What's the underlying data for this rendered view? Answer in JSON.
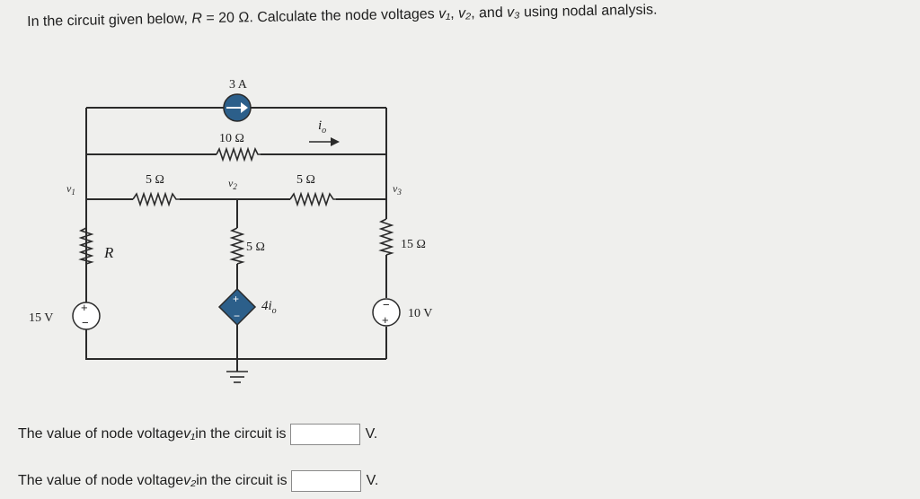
{
  "problem": {
    "text_before": "In the circuit given below, ",
    "r_symbol": "R",
    "r_value": " = 20 Ω. Calculate the node voltages ",
    "var1": "v₁",
    "sep1": ", ",
    "var2": "v₂",
    "sep2": ", and ",
    "var3": "v₃",
    "text_after": " using nodal analysis."
  },
  "circuit": {
    "current_source_label": "3 A",
    "r_top": "10 Ω",
    "io_label": "i",
    "io_sub": "o",
    "r_v1v2": "5 Ω",
    "r_v2v3": "5 Ω",
    "node1": "v",
    "node1_sub": "1",
    "node2": "v",
    "node2_sub": "2",
    "node3": "v",
    "node3_sub": "3",
    "r_left": "R",
    "r_mid": "5 Ω",
    "r_right": "15 Ω",
    "src_left": "15 V",
    "dep_src": "4i",
    "dep_src_sub": "o",
    "src_right": "10 V",
    "plus": "+",
    "minus": "−"
  },
  "answers": [
    {
      "prefix": "The value of node voltage ",
      "var": "v₁",
      "suffix": " in the circuit is",
      "unit": "V."
    },
    {
      "prefix": "The value of node voltage ",
      "var": "v₂",
      "suffix": " in the circuit is",
      "unit": "V."
    }
  ]
}
